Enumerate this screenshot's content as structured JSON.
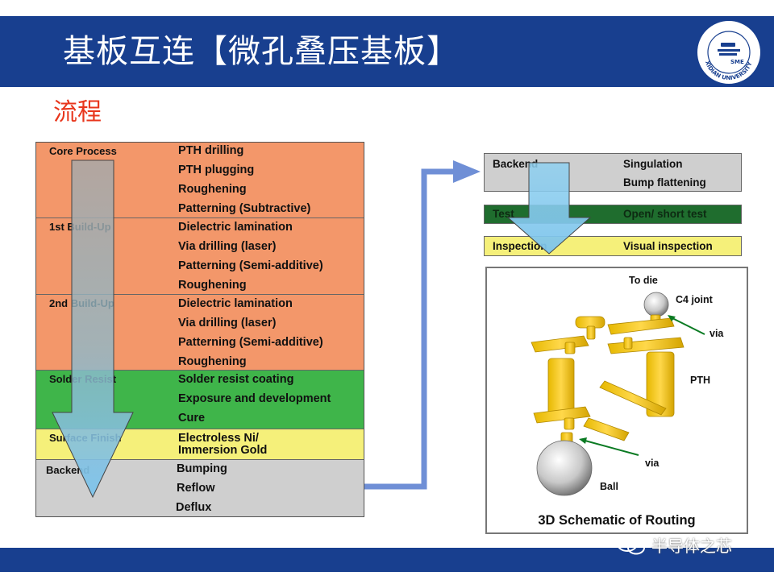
{
  "header": {
    "title": "基板互连【微孔叠压基板】"
  },
  "logo": {
    "icon": "xidian-university-logo-icon",
    "text": "XIDIAN UNIVERSITY",
    "badge": "SME"
  },
  "subtitle": "流程",
  "colors": {
    "header_bg": "#183f8f",
    "subtitle": "#e8361c",
    "orange": "#f3976a",
    "green": "#3fb54a",
    "yellow": "#f5f07a",
    "gray": "#cfcfcf",
    "connector": "#6f8fd6",
    "gold": "#f0c800"
  },
  "process_flow": {
    "groups": [
      {
        "label": "Core Process",
        "color": "orange",
        "steps": [
          "PTH drilling",
          "PTH plugging",
          "Roughening",
          "Patterning (Subtractive)"
        ]
      },
      {
        "label": "1st Build-Up",
        "color": "orange",
        "steps": [
          "Dielectric lamination",
          "Via drilling (laser)",
          "Patterning (Semi-additive)",
          "Roughening"
        ]
      },
      {
        "label": "2nd Build-Up",
        "color": "orange",
        "steps": [
          "Dielectric lamination",
          "Via drilling (laser)",
          "Patterning (Semi-additive)",
          "Roughening"
        ]
      },
      {
        "label": "Solder Resist",
        "color": "green",
        "steps": [
          "Solder resist coating",
          "Exposure and development",
          "Cure"
        ]
      },
      {
        "label": "Surface Finish",
        "color": "yellow",
        "steps": [
          "Electroless Ni/",
          "Immersion Gold"
        ]
      },
      {
        "label": "Backend",
        "color": "gray",
        "steps": [
          "Bumping",
          "Reflow",
          "Deflux"
        ]
      }
    ]
  },
  "backend_flow": {
    "rows": [
      {
        "left": "Backend",
        "right": [
          "Singulation",
          "Bump flattening"
        ],
        "color": "gray"
      },
      {
        "left": "Test",
        "right": [
          "Open/ short test"
        ],
        "color": "darkgreen"
      },
      {
        "left": "Inspection",
        "right": [
          "Visual inspection"
        ],
        "color": "yellow"
      }
    ]
  },
  "schematic": {
    "labels": {
      "to_die": "To die",
      "c4": "C4 joint",
      "via_top": "via",
      "pth": "PTH",
      "via_bottom": "via",
      "ball": "Ball"
    },
    "caption": "3D Schematic of Routing"
  },
  "watermark": {
    "icon": "wechat-icon",
    "text": "半导体之芯"
  }
}
